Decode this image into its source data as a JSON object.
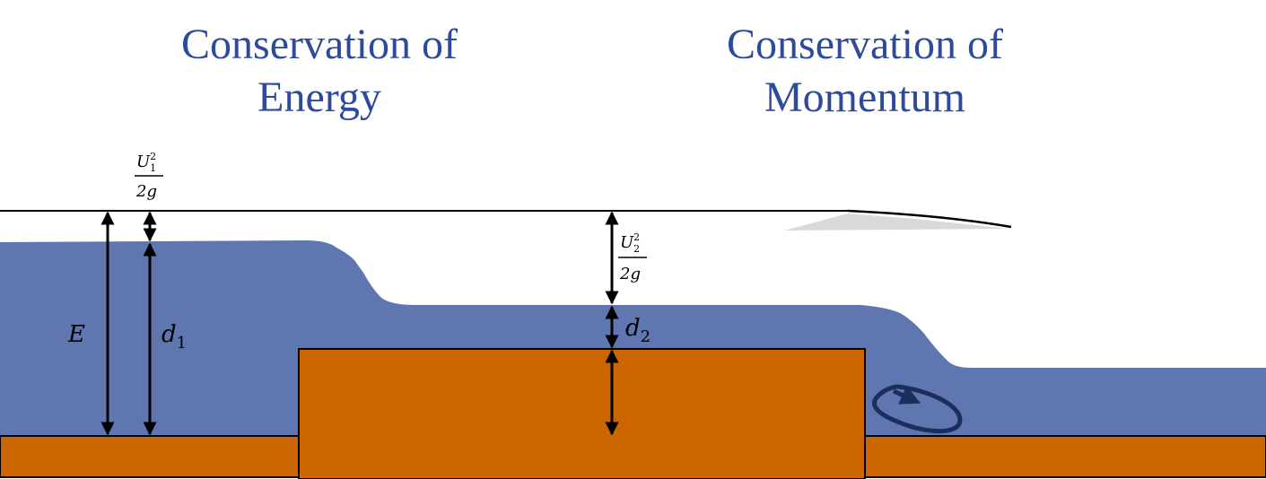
{
  "headings": {
    "energy": {
      "line1": "Conservation of",
      "line2": "Energy"
    },
    "momentum": {
      "line1": "Conservation of",
      "line2": "Momentum"
    }
  },
  "labels": {
    "E": "E",
    "d1": {
      "main": "d",
      "sub": "1"
    },
    "d2": {
      "main": "d",
      "sub": "2"
    },
    "velocity_head_1": {
      "num": "U",
      "num_sub": "1",
      "num_sup": "2",
      "den": "2g"
    },
    "velocity_head_2": {
      "num": "U",
      "num_sub": "2",
      "num_sup": "2",
      "den": "2g"
    }
  },
  "colors": {
    "water": "#5f76b0",
    "ground": "#cc6600",
    "heading": "#2e4a9a",
    "eddy": "#1c2e5c",
    "energy_line": "#000000"
  }
}
